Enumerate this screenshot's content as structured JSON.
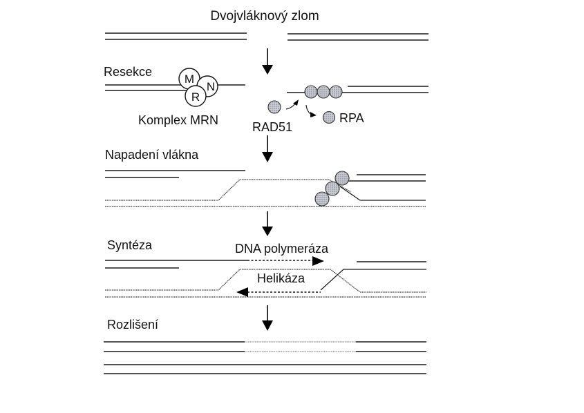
{
  "title": "Dvojvláknový zlom",
  "steps": {
    "resection": "Resekce",
    "strand_invasion": "Napadení vlákna",
    "synthesis": "Syntéza",
    "resolution": "Rozlišení"
  },
  "molecules": {
    "mrn_complex": "Komplex MRN",
    "mrn_letters": {
      "m": "M",
      "r": "R",
      "n": "N"
    },
    "rad51": "RAD51",
    "rpa": "RPA",
    "dna_polymerase": "DNA polymeráza",
    "helicase": "Helikáza"
  },
  "colors": {
    "line": "#1a1a1a",
    "protein_fill": "#b8bcc4",
    "background": "#ffffff"
  }
}
